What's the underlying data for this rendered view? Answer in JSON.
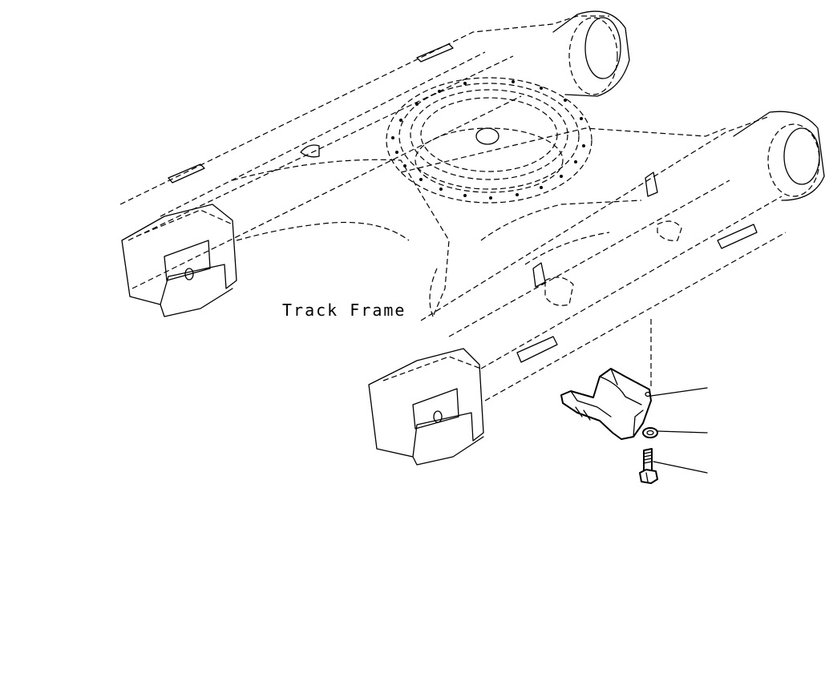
{
  "diagram": {
    "labels": {
      "track_frame": "Track Frame"
    },
    "parts": [
      {
        "name": "guard-bracket"
      },
      {
        "name": "washer"
      },
      {
        "name": "bolt"
      }
    ]
  }
}
